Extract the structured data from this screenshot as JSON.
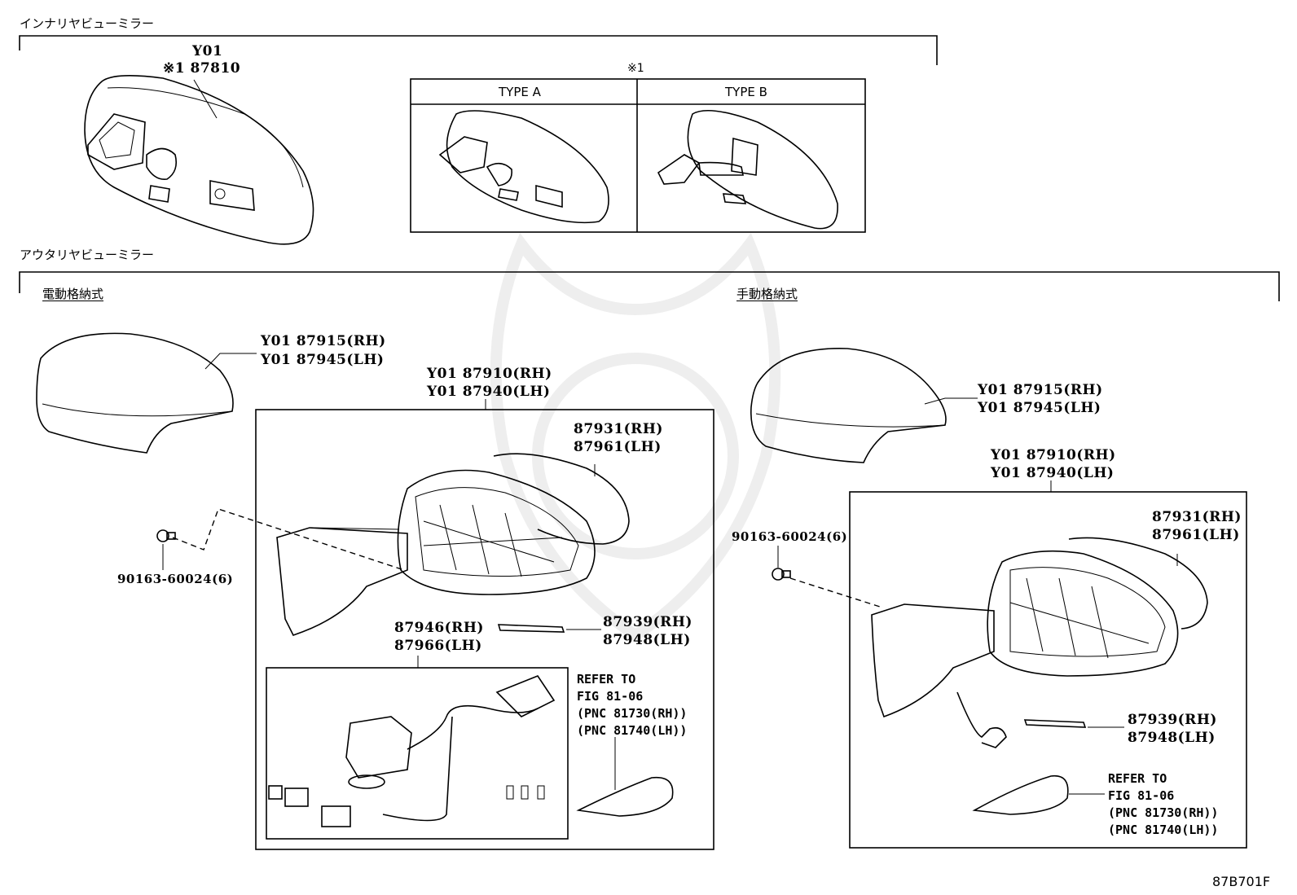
{
  "sections": {
    "inner_mirror": "インナリヤビューミラー",
    "outer_mirror": "アウタリヤビューミラー",
    "electric_fold": "電動格納式",
    "manual_fold": "手動格納式"
  },
  "inner": {
    "part_y01": "Y01",
    "part_87810": "※1 87810",
    "note_mark": "※1",
    "type_a": "TYPE A",
    "type_b": "TYPE B"
  },
  "left": {
    "cover_rh": "Y01 87915(RH)",
    "cover_lh": "Y01 87945(LH)",
    "assy_rh": "Y01 87910(RH)",
    "assy_lh": "Y01 87940(LH)",
    "glass_rh": "87931(RH)",
    "glass_lh": "87961(LH)",
    "screw": "90163-60024(6)",
    "retractor_rh": "87946(RH)",
    "retractor_lh": "87966(LH)",
    "clip_rh": "87939(RH)",
    "clip_lh": "87948(LH)",
    "refer": [
      "REFER TO",
      "FIG 81-06",
      "(PNC 81730(RH))",
      "(PNC 81740(LH))"
    ]
  },
  "right": {
    "cover_rh": "Y01 87915(RH)",
    "cover_lh": "Y01 87945(LH)",
    "assy_rh": "Y01 87910(RH)",
    "assy_lh": "Y01 87940(LH)",
    "glass_rh": "87931(RH)",
    "glass_lh": "87961(LH)",
    "screw": "90163-60024(6)",
    "clip_rh": "87939(RH)",
    "clip_lh": "87948(LH)",
    "refer": [
      "REFER TO",
      "FIG 81-06",
      "(PNC 81730(RH))",
      "(PNC 81740(LH))"
    ]
  },
  "figure_code": "87B701F"
}
